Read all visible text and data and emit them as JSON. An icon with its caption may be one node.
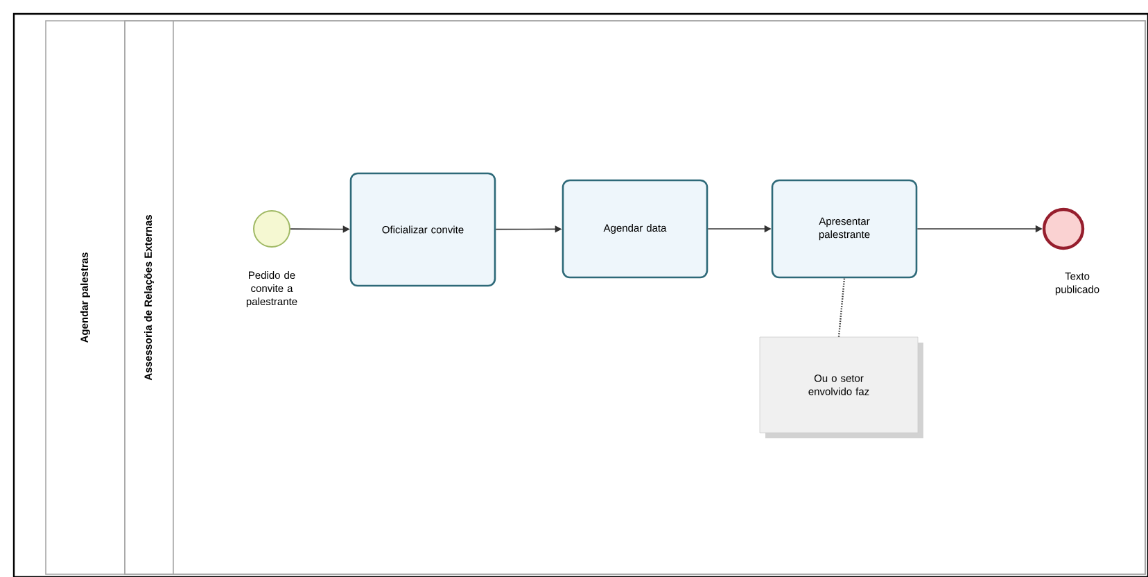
{
  "diagram": {
    "nodes": [
      {
        "text": [
          "Agendar palestras"
        ]
      },
      {
        "text": [
          "Assessoria de Relações Externas"
        ],
        "in": 0
      },
      {
        "text": [],
        "shape": "circle",
        "beside": [
          "Pedido de convite a palestrante"
        ],
        "in": 1
      },
      {
        "text": [
          "Oficializar convite"
        ],
        "in": 1
      },
      {
        "text": [
          "Agendar data"
        ],
        "in": 1
      },
      {
        "text": [
          "Apresentar palestrante"
        ],
        "in": 1
      },
      {
        "text": [],
        "shape": "circle",
        "beside": [
          "Texto publicado"
        ],
        "in": 1
      },
      {
        "text": [
          "Ou o setor envolvido faz"
        ],
        "in": 1
      }
    ],
    "edges": [
      {
        "from": 2,
        "to": 3,
        "arrow": "to"
      },
      {
        "from": 3,
        "to": 4,
        "arrow": "to"
      },
      {
        "from": 4,
        "to": 5,
        "arrow": "to"
      },
      {
        "from": 5,
        "to": 6,
        "arrow": "to"
      },
      {
        "from": 7,
        "to": 5,
        "arrow": "none",
        "style": "dashed"
      }
    ]
  }
}
